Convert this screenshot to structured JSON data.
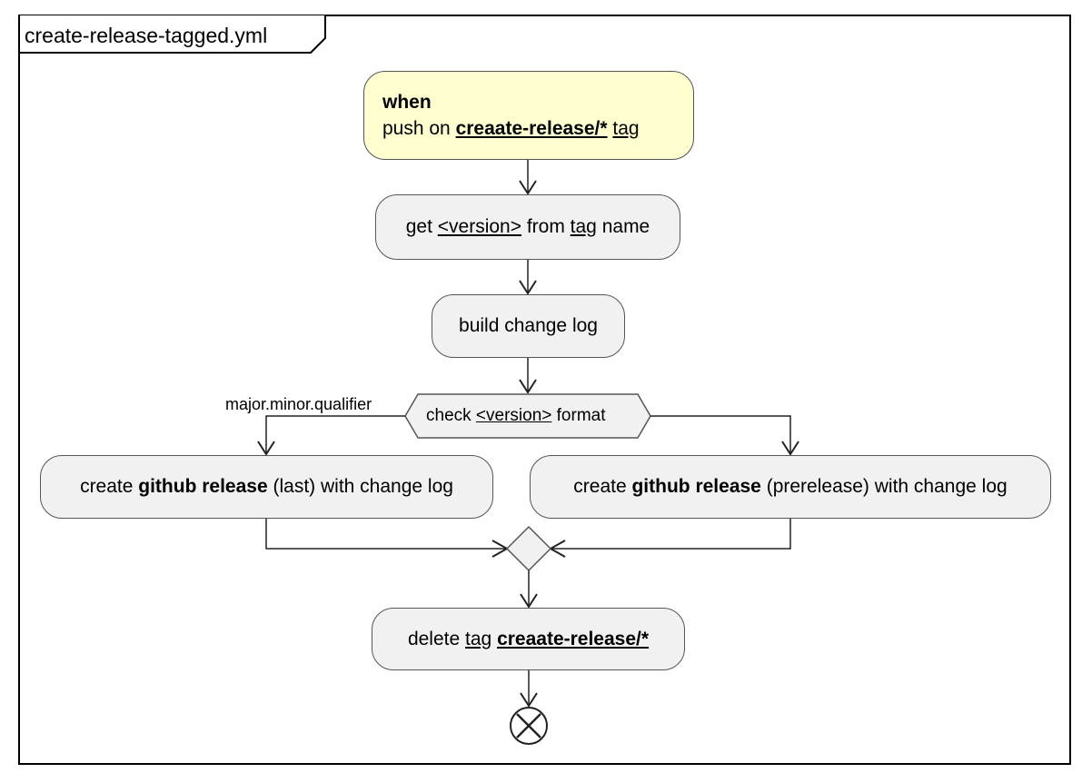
{
  "frame": {
    "title": "create-release-tagged.yml"
  },
  "trigger": {
    "keyword": "when",
    "text_prefix": "push on ",
    "tag_pattern": "creaate-release/*",
    "text_suffix": "tag"
  },
  "step_version": {
    "prefix": "get ",
    "var": "<version>",
    "middle": " from ",
    "tag": "tag",
    "suffix": " name"
  },
  "step_changelog": {
    "label": "build change log"
  },
  "decision": {
    "prefix": "check ",
    "var": "<version>",
    "suffix": " format",
    "branch_label": "major.minor.qualifier"
  },
  "step_release_last": {
    "prefix": "create ",
    "bold": "github release",
    "suffix": " (last) with change log"
  },
  "step_release_pre": {
    "prefix": "create ",
    "bold": "github release",
    "suffix": " (prerelease) with change log"
  },
  "step_delete": {
    "prefix": "delete ",
    "tag": "tag",
    "pattern": "creaate-release/*"
  }
}
